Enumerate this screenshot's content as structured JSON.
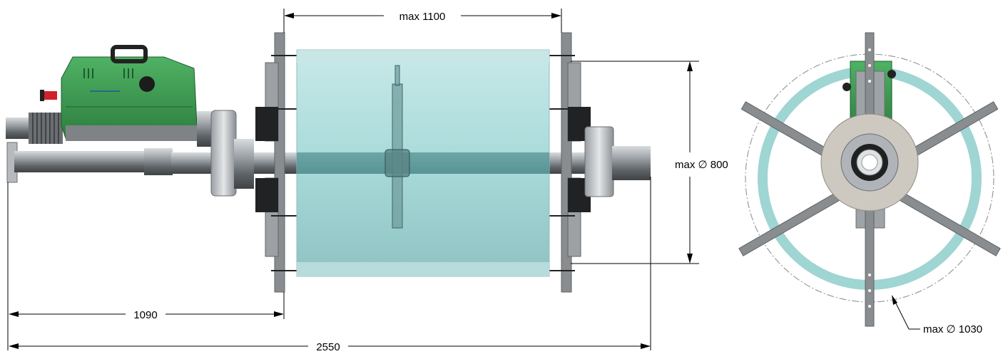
{
  "dimensions": {
    "max_length": "max 1100",
    "max_diameter": "max ∅ 800",
    "offset": "1090",
    "overall": "2550",
    "max_outer_diameter": "max ∅ 1030"
  },
  "colors": {
    "motor_green": "#3a9a4e",
    "sleeve_cyan": "#7fc8c8",
    "ring_cyan": "#9fd5d3",
    "steel_grey": "#8a8d90",
    "plate_grey": "#c9c4bc"
  },
  "icons": {
    "diameter_symbol": "diameter-icon"
  }
}
